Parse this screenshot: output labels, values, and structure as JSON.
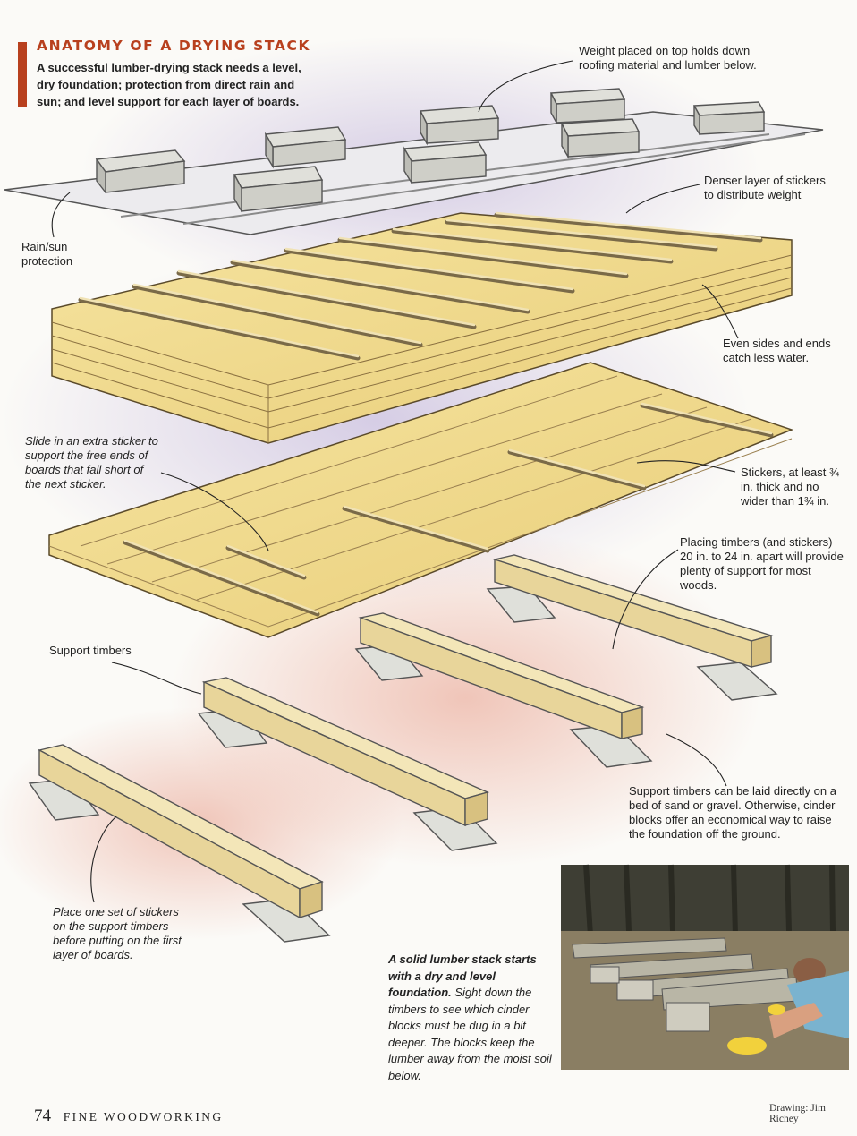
{
  "header": {
    "title": "ANATOMY OF A DRYING STACK",
    "intro": "A successful lumber-drying stack needs a level, dry foundation; protection from direct rain and sun; and level support for each layer of boards."
  },
  "labels": {
    "weight": "Weight placed on top holds down roofing material and lumber below.",
    "rain_sun": "Rain/sun protection",
    "denser": "Denser layer of stickers to distribute weight",
    "even_sides": "Even sides and ends catch less water.",
    "slide_in": "Slide in an extra sticker to support the free ends of boards that fall short of the next sticker.",
    "stickers": "Stickers, at least ¾ in. thick and no wider than 1¾ in.",
    "placing": "Placing timbers (and stickers) 20 in. to 24 in. apart will provide plenty of support for most woods.",
    "support_timbers": "Support timbers",
    "support_laid": "Support timbers can be laid directly on a bed of sand or gravel. Otherwise, cinder blocks offer an economical way to raise the foundation off the ground.",
    "place_one": "Place one set of stickers on the support timbers before putting on the first layer of boards."
  },
  "caption": {
    "lead": "A solid lumber stack starts with a dry and level foundation.",
    "body": "Sight down the timbers to see which cinder blocks must be dug in a bit deeper. The blocks keep the lumber away from the moist soil below."
  },
  "footer": {
    "page_number": "74",
    "magazine": "FINE WOODWORKING",
    "credit": "Drawing: Jim Richey"
  },
  "colors": {
    "accent": "#b8401e",
    "lumber": "#f2dc8a",
    "lumber_shade": "#d9b964",
    "block": "#dedfd8",
    "roof": "#eae8ec"
  },
  "illustration": {
    "subject": "exploded drawing of a lumber drying stack",
    "photo": "lumber stack foundation on cinder blocks outdoors"
  }
}
